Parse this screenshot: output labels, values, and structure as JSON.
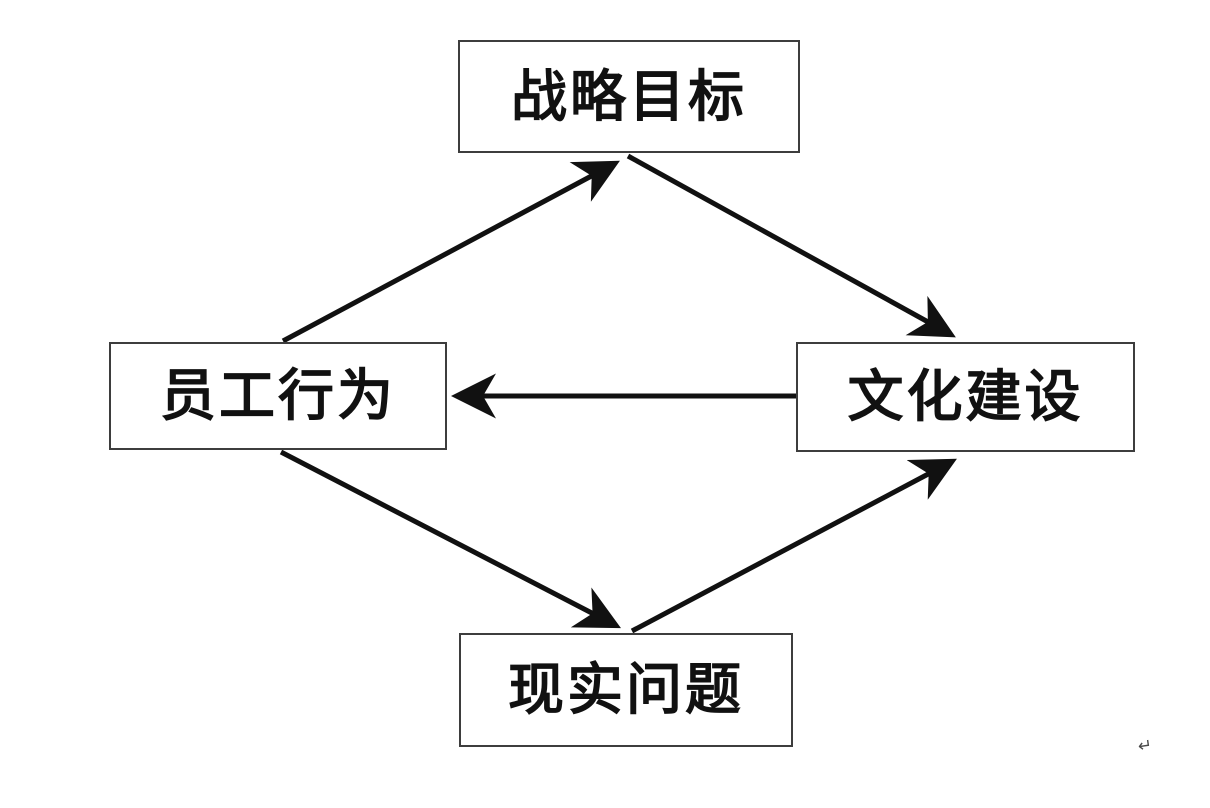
{
  "diagram": {
    "title": "culture-strategy-cycle-diagram",
    "nodes": {
      "strategy": {
        "label": "战略目标"
      },
      "employee": {
        "label": "员工行为"
      },
      "culture": {
        "label": "文化建设"
      },
      "reality": {
        "label": "现实问题"
      }
    },
    "edges": [
      {
        "from": "employee",
        "to": "strategy"
      },
      {
        "from": "strategy",
        "to": "culture"
      },
      {
        "from": "culture",
        "to": "employee"
      },
      {
        "from": "employee",
        "to": "reality"
      },
      {
        "from": "reality",
        "to": "culture"
      }
    ],
    "paragraph_mark": "↵",
    "colors": {
      "background": "#ffffff",
      "box_border": "#3d3d3d",
      "text": "#111111",
      "arrow": "#111111"
    }
  }
}
